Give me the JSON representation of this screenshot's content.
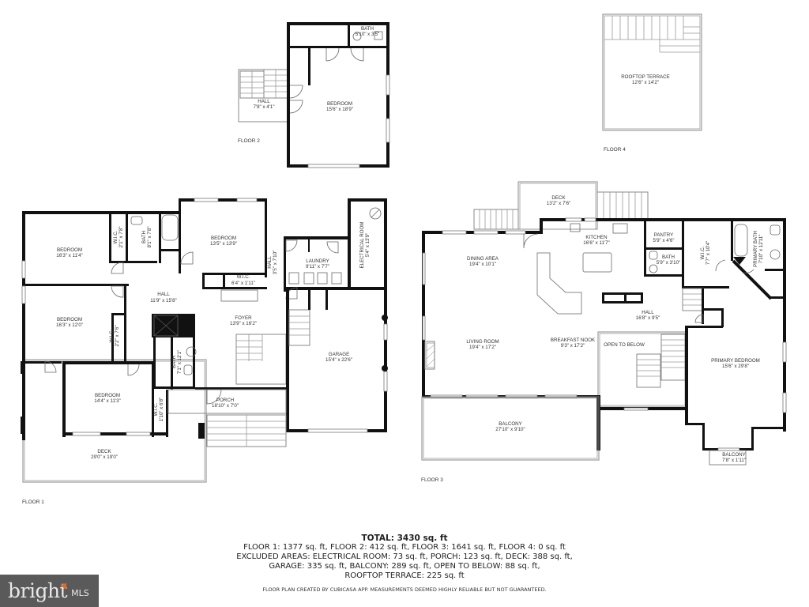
{
  "floors": {
    "floor1": {
      "label": "FLOOR 1",
      "rooms": [
        {
          "name": "BEDROOM",
          "dims": "16'3\" x 11'4\""
        },
        {
          "name": "W.I.C.",
          "dims": "2'1\" x 7'8\""
        },
        {
          "name": "BATH",
          "dims": "8'1\" x 7'8\""
        },
        {
          "name": "BEDROOM",
          "dims": "13'5\" x 13'9\""
        },
        {
          "name": "HALL",
          "dims": "3'5\" x 7'10\""
        },
        {
          "name": "LAUNDRY",
          "dims": "9'11\" x 7'7\""
        },
        {
          "name": "ELECTRICAL ROOM",
          "dims": "5'4\" x 13'9\""
        },
        {
          "name": "W.I.C.",
          "dims": "6'4\" x 1'11\""
        },
        {
          "name": "HALL",
          "dims": "11'9\" x 15'8\""
        },
        {
          "name": "BEDROOM",
          "dims": "16'3\" x 12'0\""
        },
        {
          "name": "W.I.C.",
          "dims": "2'2\" x 7'6\""
        },
        {
          "name": "FOYER",
          "dims": "13'9\" x 16'2\""
        },
        {
          "name": "BATH",
          "dims": "7'1\" x 12'1\""
        },
        {
          "name": "GARAGE",
          "dims": "15'4\" x 22'6\""
        },
        {
          "name": "BEDROOM",
          "dims": "14'4\" x 11'3\""
        },
        {
          "name": "W.I.C.",
          "dims": "1'10\" x 6'8\""
        },
        {
          "name": "PORCH",
          "dims": "18'10\" x 7'0\""
        },
        {
          "name": "DECK",
          "dims": "29'0\" x 19'0\""
        }
      ]
    },
    "floor2": {
      "label": "FLOOR 2",
      "rooms": [
        {
          "name": "BATH",
          "dims": "5'10\" x 3'5\""
        },
        {
          "name": "HALL",
          "dims": "7'8\" x 4'1\""
        },
        {
          "name": "BEDROOM",
          "dims": "15'6\" x 18'9\""
        }
      ]
    },
    "floor3": {
      "label": "FLOOR 3",
      "rooms": [
        {
          "name": "DECK",
          "dims": "13'2\" x 7'6\""
        },
        {
          "name": "KITCHEN",
          "dims": "16'6\" x 11'7\""
        },
        {
          "name": "PANTRY",
          "dims": "5'9\" x 4'6\""
        },
        {
          "name": "BATH",
          "dims": "5'9\" x 3'10\""
        },
        {
          "name": "W.I.C.",
          "dims": "7'7\" x 10'4\""
        },
        {
          "name": "PRIMARY BATH",
          "dims": "7'10\" x 12'11\""
        },
        {
          "name": "DINING AREA",
          "dims": "19'4\" x 10'1\""
        },
        {
          "name": "HALL",
          "dims": "16'8\" x 9'5\""
        },
        {
          "name": "LIVING ROOM",
          "dims": "19'4\" x 17'2\""
        },
        {
          "name": "BREAKFAST NOOK",
          "dims": "9'3\" x 17'2\""
        },
        {
          "name": "OPEN TO BELOW",
          "dims": ""
        },
        {
          "name": "PRIMARY BEDROOM",
          "dims": "15'6\" x 29'8\""
        },
        {
          "name": "BALCONY",
          "dims": "27'10\" x 9'10\""
        },
        {
          "name": "BALCONY",
          "dims": "7'8\" x 1'11\""
        }
      ]
    },
    "floor4": {
      "label": "FLOOR 4",
      "rooms": [
        {
          "name": "ROOFTOP TERRACE",
          "dims": "12'6\" x 14'2\""
        }
      ]
    }
  },
  "summary": {
    "total": "TOTAL: 3430 sq. ft",
    "line1": "FLOOR 1: 1377 sq. ft, FLOOR 2: 412 sq. ft, FLOOR 3: 1641 sq. ft, FLOOR 4: 0 sq. ft",
    "line2": "EXCLUDED AREAS: ELECTRICAL ROOM: 73 sq. ft, PORCH: 123 sq. ft, DECK: 388 sq. ft,",
    "line3": "GARAGE: 335 sq. ft, BALCONY: 289 sq. ft, OPEN TO BELOW: 88 sq. ft,",
    "line4": "ROOFTOP TERRACE: 225 sq. ft",
    "disclaimer": "FLOOR PLAN CREATED BY CUBICASA APP. MEASUREMENTS DEEMED HIGHLY RELIABLE BUT NOT GUARANTEED."
  },
  "branding": {
    "logo_word": "bright",
    "logo_suffix": "MLS",
    "accent_color": "#e06a2a",
    "logo_bg": "#5a5a5a"
  }
}
